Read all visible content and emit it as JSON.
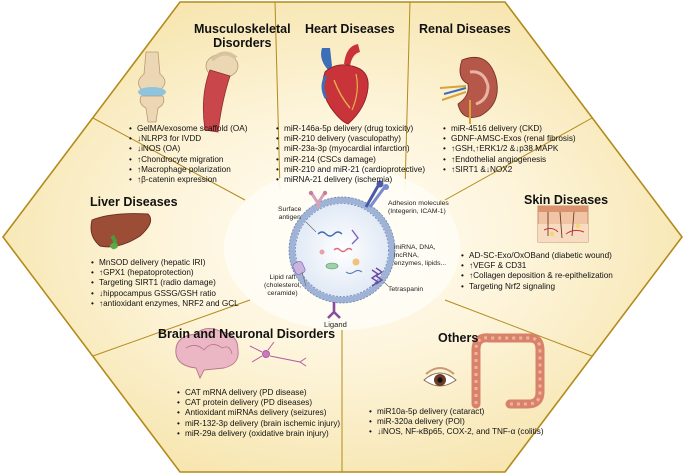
{
  "sections": {
    "musculoskeletal": {
      "title_lines": [
        "Musculoskeletal",
        "Disorders"
      ],
      "items": [
        "GelMA/exosome scaffold (OA)",
        "↓NLRP3 for IVDD",
        "↓iNOS (OA)",
        "↑Chondrocyte migration",
        "↑Macrophage polarization",
        "↑β-catenin expression"
      ]
    },
    "heart": {
      "title": "Heart Diseases",
      "items": [
        "miR-146a-5p delivery (drug toxicity)",
        "miR-210 delivery (vasculopathy)",
        "miR-23a-3p (myocardial infarction)",
        "miR-214 (CSCs damage)",
        "miR-210 and miR-21 (cardioprotective)",
        "miRNA-21 delivery (ischemia)"
      ]
    },
    "renal": {
      "title": "Renal Diseases",
      "items": [
        "miR-4516 delivery (CKD)",
        "GDNF-AMSC-Exos (renal fibrosis)",
        "↑GSH,↑ERK1/2 &↓p38 MAPK",
        "↑Endothelial angiogenesis",
        "↑SIRT1 &↓NOX2"
      ]
    },
    "liver": {
      "title": "Liver Diseases",
      "items": [
        "MnSOD delivery (hepatic IRI)",
        "↑GPX1 (hepatoprotection)",
        "Targeting SIRT1 (radio damage)",
        "↓hippocampus GSSG/GSH ratio",
        "↑antioxidant enzymes, NRF2 and GCL"
      ]
    },
    "skin": {
      "title": "Skin Diseases",
      "items": [
        "AD-SC-Exo/OxOBand (diabetic wound)",
        "↑VEGF & CD31",
        "↑Collagen deposition & re-epithelization",
        "Targeting Nrf2 signaling"
      ]
    },
    "brain": {
      "title": "Brain and Neuronal Disorders",
      "items": [
        "CAT mRNA delivery (PD disease)",
        "CAT protein delivery (PD diseases)",
        "Antioxidant miRNAs delivery (seizures)",
        "miR-132-3p delivery (brain ischemic injury)",
        "miR-29a delivery (oxidative brain injury)"
      ]
    },
    "others": {
      "title": "Others",
      "items": [
        "miR10a-5p delivery (cataract)",
        "miR-320a delivery (POI)",
        "↓iNOS, NF-κBp65, COX-2, and TNF-α (colitis)"
      ]
    }
  },
  "exosome": {
    "surface_antigen": [
      "Surface",
      "antigen"
    ],
    "adhesion": [
      "Adhesion molecules",
      "(Integerin, ICAM-1)"
    ],
    "cargo": [
      "miRNA, DNA,",
      "lncRNA,",
      "enzymes, lipids..."
    ],
    "lipid_raft": [
      "Lipid raft",
      "(cholesterol,",
      "ceramide)"
    ],
    "tetraspanin": "Tetraspanin",
    "ligand": "Ligand"
  },
  "colors": {
    "hexagon_fill": "#f9ecc6",
    "hexagon_border": "#b38b1c",
    "center_fill": "#fffdf4",
    "vesicle_membrane": "#9fb3d6"
  }
}
